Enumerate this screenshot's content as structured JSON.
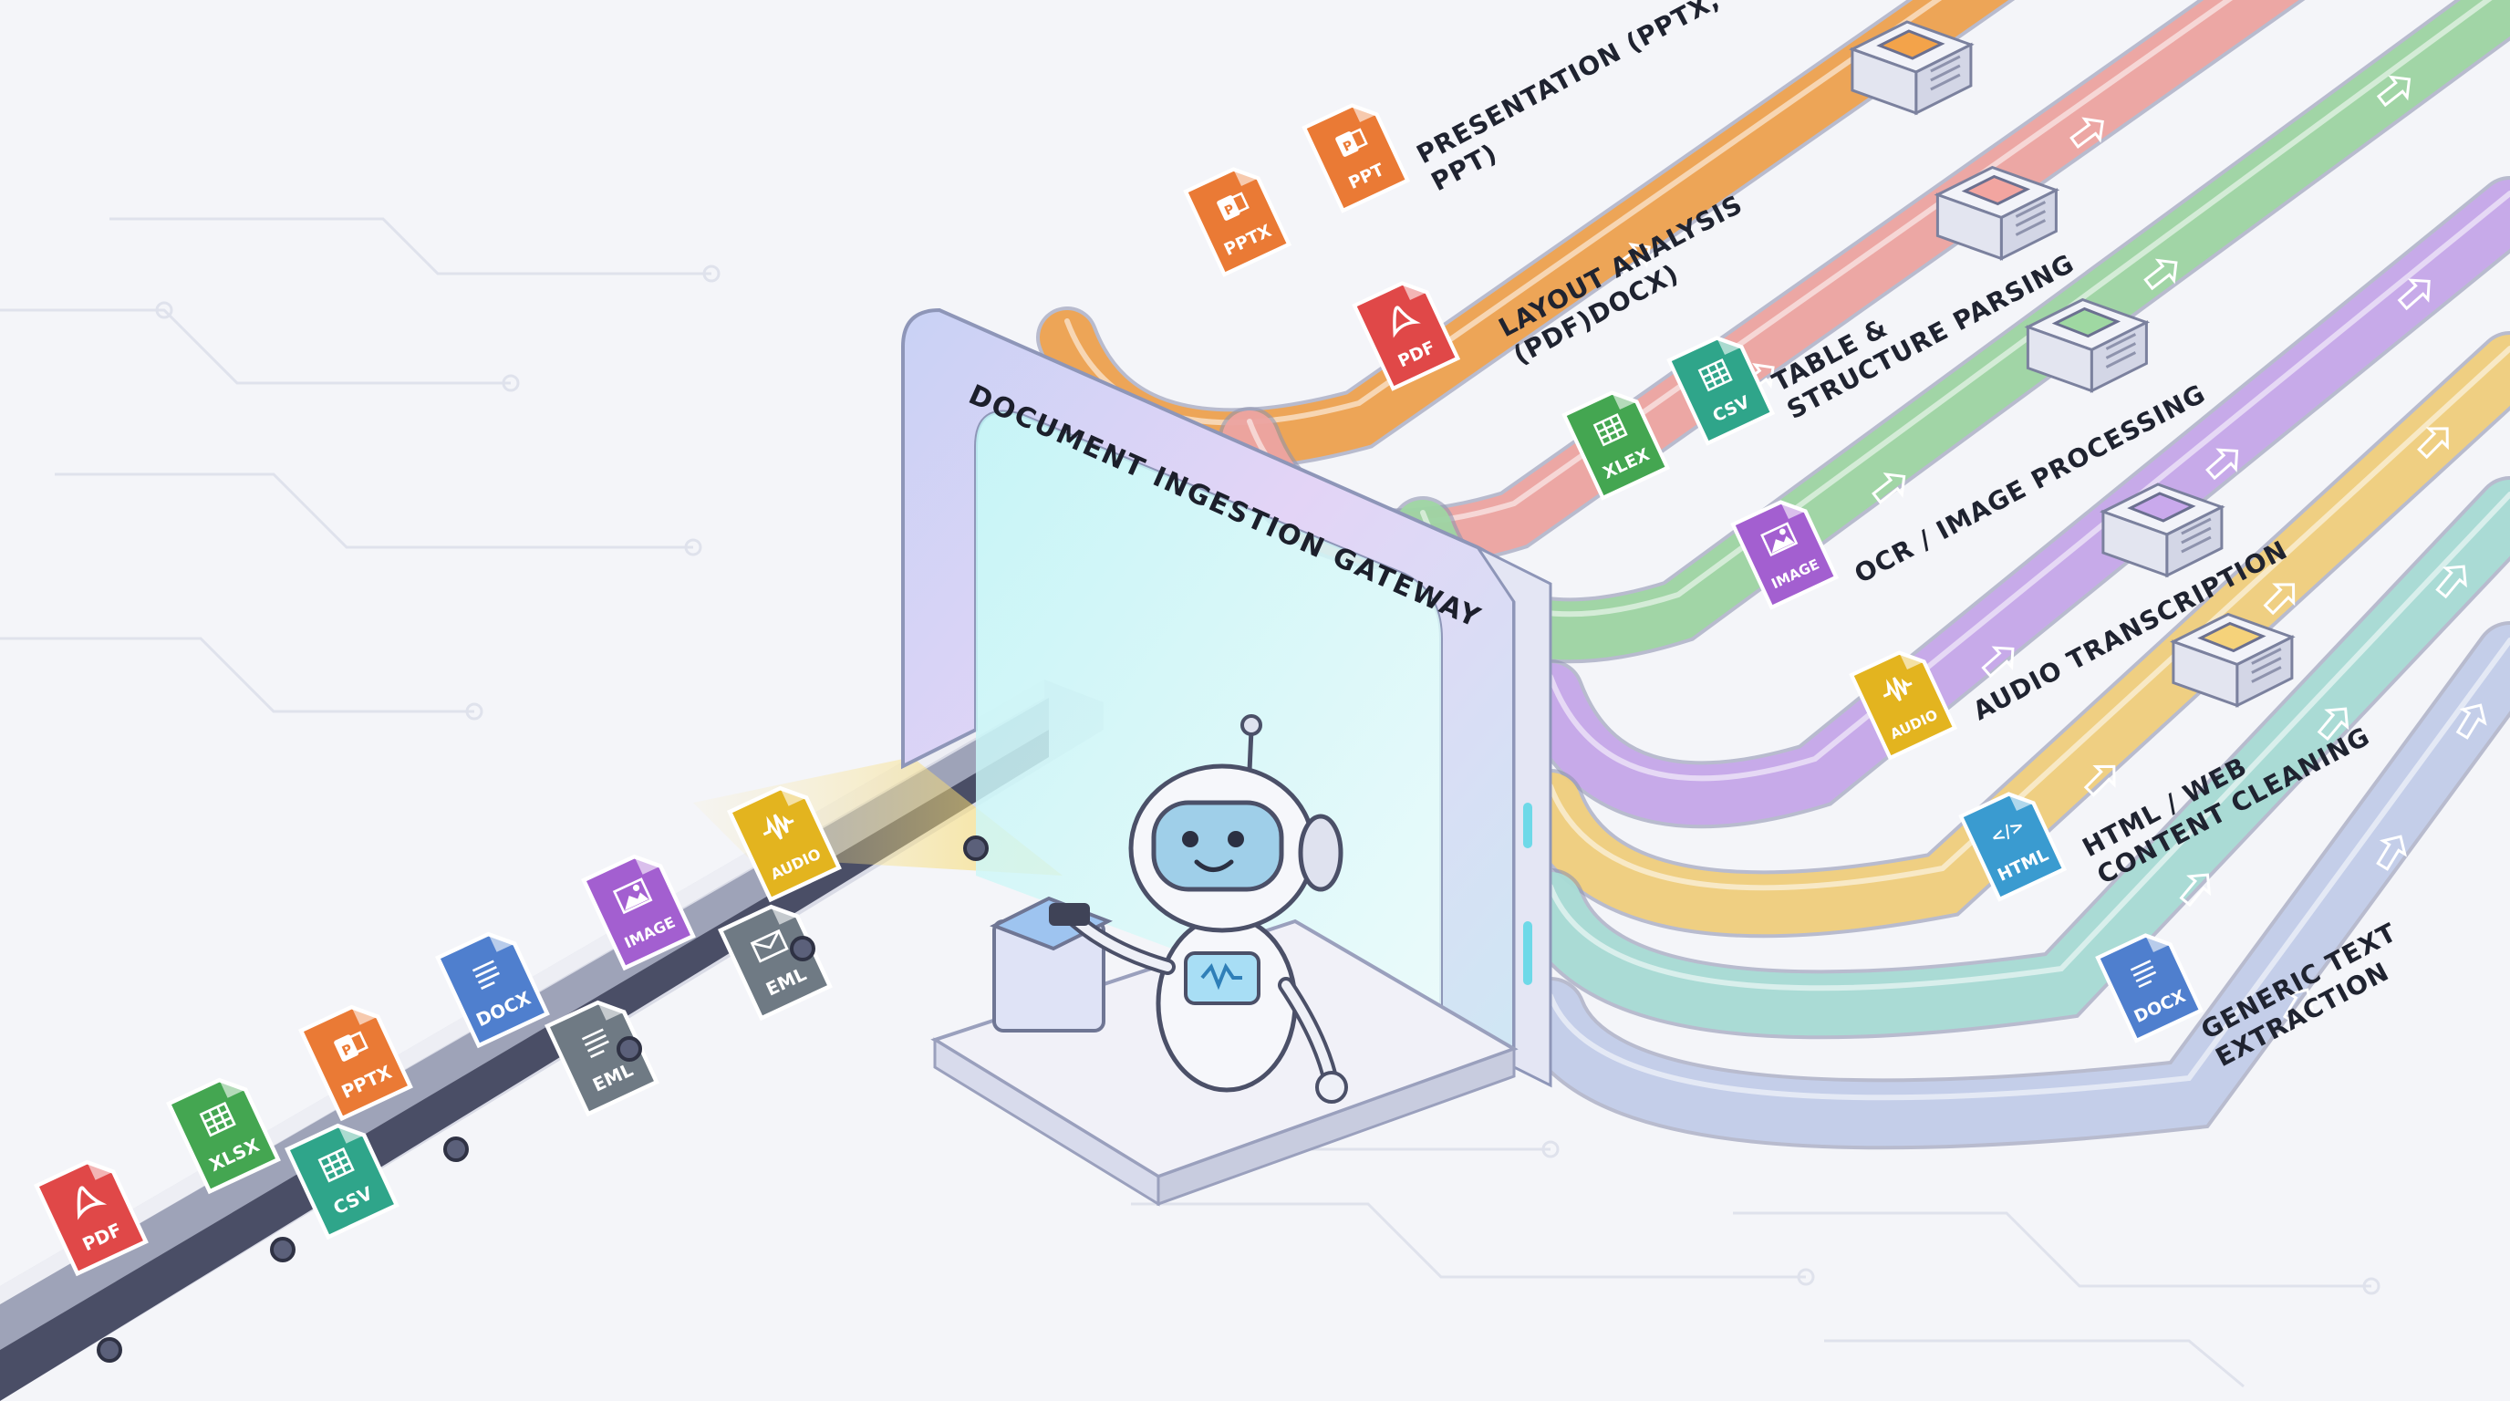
{
  "gateway": {
    "title": "DOCUMENT INGESTION GATEWAY"
  },
  "colors": {
    "background": "#f4f5f9",
    "presentation": "#f3a34a",
    "layout": "#f2a5a0",
    "table": "#9fd8a2",
    "ocr": "#c9a9ec",
    "audio": "#f5d27a",
    "html": "#a9dfd6",
    "generic": "#c5d0ec",
    "belt": "#8b8fa6"
  },
  "conveyor": {
    "files": [
      {
        "label": "PDF",
        "icon": "pdf-acrobat-icon",
        "color": "#e04848"
      },
      {
        "label": "XLSX",
        "icon": "spreadsheet-grid-icon",
        "color": "#44a651"
      },
      {
        "label": "PPTX",
        "icon": "powerpoint-icon",
        "color": "#ea7a35"
      },
      {
        "label": "CSV",
        "icon": "spreadsheet-grid-icon",
        "color": "#2fa58a"
      },
      {
        "label": "DOCX",
        "icon": "document-lines-icon",
        "color": "#4f7fce"
      },
      {
        "label": "EML",
        "icon": "document-lines-icon",
        "color": "#6f7a84"
      },
      {
        "label": "IMAGE",
        "icon": "image-icon",
        "color": "#a35fd0"
      },
      {
        "label": "EML",
        "icon": "envelope-icon",
        "color": "#6f7a84"
      },
      {
        "label": "AUDIO",
        "icon": "audio-wave-icon",
        "color": "#e3b41f"
      }
    ]
  },
  "routes": [
    {
      "label": "PRESENTATION (PPTX, PPT)",
      "files": [
        {
          "label": "PPTX",
          "icon": "powerpoint-icon",
          "color": "#ea7a35"
        },
        {
          "label": "PPT",
          "icon": "powerpoint-icon",
          "color": "#ea7a35"
        }
      ]
    },
    {
      "label": "LAYOUT ANALYSIS (PDF)DOCX)",
      "files": [
        {
          "label": "PDF",
          "icon": "pdf-acrobat-icon",
          "color": "#e04848"
        }
      ]
    },
    {
      "label": "TABLE & STRUCTURE PARSING",
      "files": [
        {
          "label": "XLEX",
          "icon": "spreadsheet-grid-icon",
          "color": "#44a651"
        },
        {
          "label": "CSV",
          "icon": "spreadsheet-grid-icon",
          "color": "#2fa58a"
        }
      ]
    },
    {
      "label": "OCR / IMAGE PROCESSING",
      "files": [
        {
          "label": "IMAGE",
          "icon": "image-icon",
          "color": "#a35fd0"
        }
      ]
    },
    {
      "label": "AUDIO TRANSCRIPTION",
      "files": [
        {
          "label": "AUDIO",
          "icon": "audio-wave-icon",
          "color": "#e3b41f"
        }
      ]
    },
    {
      "label": "HTML / WEB CONTENT CLEANING",
      "files": [
        {
          "label": "HTML",
          "icon": "code-brackets-icon",
          "color": "#3a9bd0"
        }
      ]
    },
    {
      "label": "GENERIC TEXT EXTRACTION",
      "files": [
        {
          "label": "DOCX",
          "icon": "document-lines-icon",
          "color": "#4f7fce"
        }
      ]
    }
  ],
  "robot": {
    "screen_icon": "waveform-icon"
  }
}
